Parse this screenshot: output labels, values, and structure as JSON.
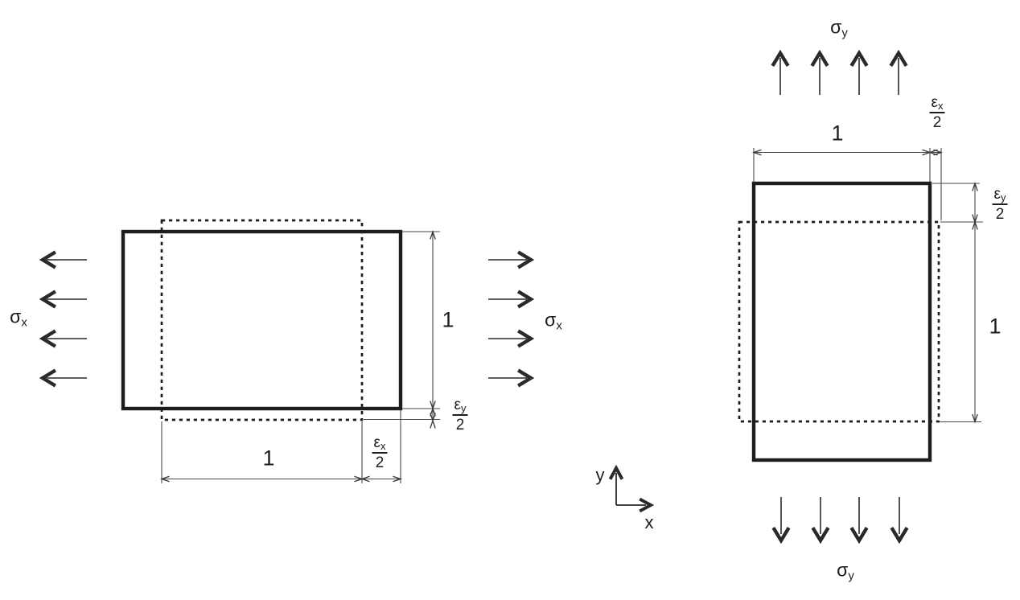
{
  "figure": {
    "left_diagram": {
      "description": "unit element stretched by horizontal normal stress",
      "sigma_left": {
        "base": "σ",
        "sub": "x"
      },
      "sigma_right": {
        "base": "σ",
        "sub": "x"
      },
      "width_label": "1",
      "height_label": "1",
      "strain_x": {
        "base": "ε",
        "sub": "x",
        "den": "2"
      },
      "strain_y": {
        "base": "ε",
        "sub": "y",
        "den": "2"
      }
    },
    "right_diagram": {
      "description": "unit element stretched by vertical normal stress",
      "sigma_top": {
        "base": "σ",
        "sub": "y"
      },
      "sigma_bottom": {
        "base": "σ",
        "sub": "y"
      },
      "width_label": "1",
      "height_label": "1",
      "strain_x": {
        "base": "ε",
        "sub": "x",
        "den": "2"
      },
      "strain_y": {
        "base": "ε",
        "sub": "y",
        "den": "2"
      }
    },
    "axes": {
      "x_label": "x",
      "y_label": "y"
    }
  },
  "colors": {
    "ink": "#1d1d1d",
    "thin_line": "#4a4a4a",
    "background": "#ffffff"
  }
}
